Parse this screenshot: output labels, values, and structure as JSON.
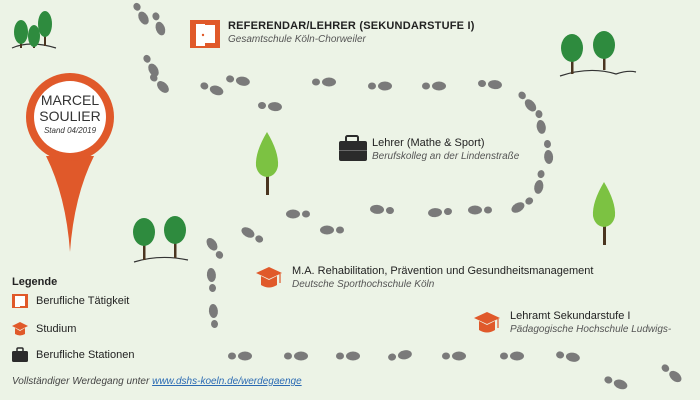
{
  "profile": {
    "name_first": "MARCEL",
    "name_last": "SOULIER",
    "stand": "Stand 04/2019"
  },
  "stations": [
    {
      "kind": "door",
      "title": "REFERENDAR/LEHRER (SEKUNDARSTUFE I)",
      "subtitle": "Gesamtschule Köln-Chorweiler"
    },
    {
      "kind": "briefcase",
      "title": "Lehrer (Mathe & Sport)",
      "subtitle": "Berufskolleg an der Lindenstraße"
    },
    {
      "kind": "cap",
      "title": "M.A. Rehabilitation, Prävention und Gesundheitsmanagement",
      "subtitle": "Deutsche Sporthochschule Köln"
    },
    {
      "kind": "cap",
      "title": "Lehramt Sekundarstufe I",
      "subtitle": "Pädagogische Hochschule Ludwigs-"
    }
  ],
  "legend": {
    "title": "Legende",
    "items": [
      {
        "icon": "door-icon",
        "label": "Berufliche Tätigkeit"
      },
      {
        "icon": "graduation-cap-icon",
        "label": "Studium"
      },
      {
        "icon": "briefcase-icon",
        "label": "Berufliche Stationen"
      }
    ]
  },
  "footer": {
    "text": "Vollständiger Werdegang unter ",
    "link": "www.dshs-koeln.de/werdegaenge"
  },
  "colors": {
    "orange": "#e0592a",
    "dark": "#2b2b2b",
    "footprint": "#7a7a7a",
    "tree_green": "#2e8b3e",
    "tree_light": "#7cc242",
    "trunk": "#4a3520",
    "background": "#ecf3e6"
  }
}
